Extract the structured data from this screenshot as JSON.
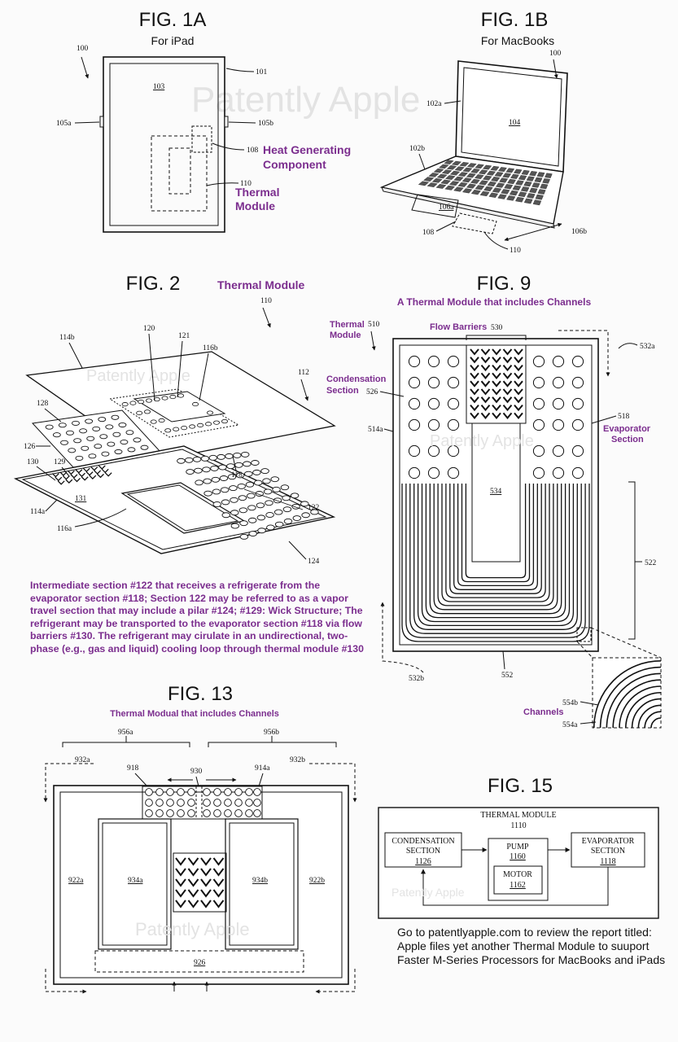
{
  "watermark": "Patently Apple",
  "fig1a": {
    "title": "FIG. 1A",
    "subtitle": "For iPad",
    "refs": {
      "r100": "100",
      "r101": "101",
      "r103": "103",
      "r105a": "105a",
      "r105b": "105b",
      "r108": "108",
      "r110": "110"
    },
    "label_heat_1": "Heat Generating",
    "label_heat_2": "Component",
    "label_thermal_1": "Thermal",
    "label_thermal_2": "Module"
  },
  "fig1b": {
    "title": "FIG. 1B",
    "subtitle": "For MacBooks",
    "refs": {
      "r100": "100",
      "r102a": "102a",
      "r104": "104",
      "r102b": "102b",
      "r106a": "106a",
      "r108": "108",
      "r110": "110",
      "r106b": "106b"
    }
  },
  "fig2": {
    "title": "FIG. 2",
    "label": "Thermal Module",
    "refs": {
      "r110": "110",
      "r114b": "114b",
      "r120": "120",
      "r121": "121",
      "r116b": "116b",
      "r112": "112",
      "r128": "128",
      "r126": "126",
      "r130": "130",
      "r129": "129",
      "r131": "131",
      "r118": "118",
      "r114a": "114a",
      "r116a": "116a",
      "r122": "122",
      "r124": "124"
    },
    "note": "Intermediate section #122 that receives a refrigerate from the evaporator section #118; Section 122 may be referred to as a vapor travel section that may include a pilar #124; #129: Wick Structure; The refrigerant may be transported to the evaporator section #118 via flow barriers #130. The refrigerant may cirulate in an undirectional, two-phase (e.g., gas and liquid) cooling loop through thermal module #130"
  },
  "fig9": {
    "title": "FIG. 9",
    "subtitle": "A Thermal Module that includes Channels",
    "label_thermal_1": "Thermal",
    "label_thermal_2": "Module",
    "label_flow": "Flow Barriers",
    "label_cond_1": "Condensation",
    "label_cond_2": "Section",
    "label_evap_1": "Evaporator",
    "label_evap_2": "Section",
    "label_channels": "Channels",
    "refs": {
      "r510": "510",
      "r530": "530",
      "r532a": "532a",
      "r526": "526",
      "r518": "518",
      "r514a": "514a",
      "r534": "534",
      "r522": "522",
      "r532b": "532b",
      "r552": "552",
      "r554b": "554b",
      "r554a": "554a"
    }
  },
  "fig13": {
    "title": "FIG. 13",
    "subtitle": "Thermal Modual that includes Channels",
    "refs": {
      "r956a": "956a",
      "r956b": "956b",
      "r932a": "932a",
      "r918": "918",
      "r930": "930",
      "r914a": "914a",
      "r932b": "932b",
      "r922a": "922a",
      "r934a": "934a",
      "r934b": "934b",
      "r922b": "922b",
      "r926": "926"
    }
  },
  "fig15": {
    "title": "FIG. 15",
    "module_title": "THERMAL MODULE",
    "module_ref": "1110",
    "cond_1": "CONDENSATION",
    "cond_2": "SECTION",
    "cond_ref": "1126",
    "pump": "PUMP",
    "pump_ref": "1160",
    "motor": "MOTOR",
    "motor_ref": "1162",
    "evap_1": "EVAPORATOR",
    "evap_2": "SECTION",
    "evap_ref": "1118"
  },
  "footer": "Go to patentlyapple.com to review the report titled: Apple files yet another Thermal Module to  suuport Faster M-Series Processors for MacBooks and iPads"
}
